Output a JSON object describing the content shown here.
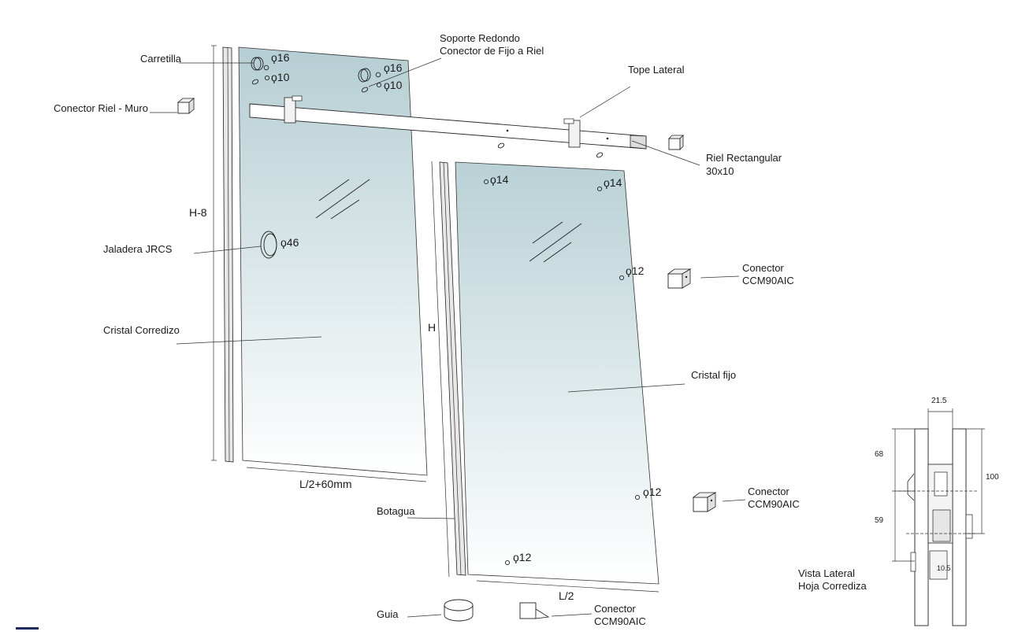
{
  "labels": {
    "carretilla": "Carretilla",
    "conector_riel_muro": "Conector Riel - Muro",
    "soporte_redondo": "Soporte Redondo",
    "conector_fijo_riel": "Conector de Fijo a Riel",
    "tope_lateral": "Tope Lateral",
    "riel_rectangular": "Riel Rectangular",
    "riel_size": "30x10",
    "jaladera": "Jaladera JRCS",
    "cristal_corredizo": "Cristal Corredizo",
    "cristal_fijo": "Cristal fijo",
    "conector_1": "Conector",
    "conector_1_code": "CCM90AIC",
    "conector_2": "Conector",
    "conector_2_code": "CCM90AIC",
    "conector_3": "Conector",
    "conector_3_code": "CCM90AIC",
    "botagua": "Botagua",
    "guia": "Guia",
    "vista_lateral_1": "Vista Lateral",
    "vista_lateral_2": "Hoja Corrediza"
  },
  "dimensions": {
    "h8": "H-8",
    "h": "H",
    "l2_60": "L/2+60mm",
    "l2": "L/2",
    "d16_a": "ϙ16",
    "d10_a": "ϙ10",
    "d16_b": "ϙ16",
    "d10_b": "ϙ10",
    "d14_a": "ϙ14",
    "d14_b": "ϙ14",
    "d46": "ϙ46",
    "d12_a": "ϙ12",
    "d12_b": "ϙ12",
    "d12_c": "ϙ12",
    "side_21_5": "21.5",
    "side_68": "68",
    "side_59": "59",
    "side_100": "100",
    "side_10_5": "10.5"
  },
  "colors": {
    "glass_top": "#b7cfd4",
    "glass_bottom": "#ffffff",
    "accent_mark": "#1f2a5a"
  }
}
